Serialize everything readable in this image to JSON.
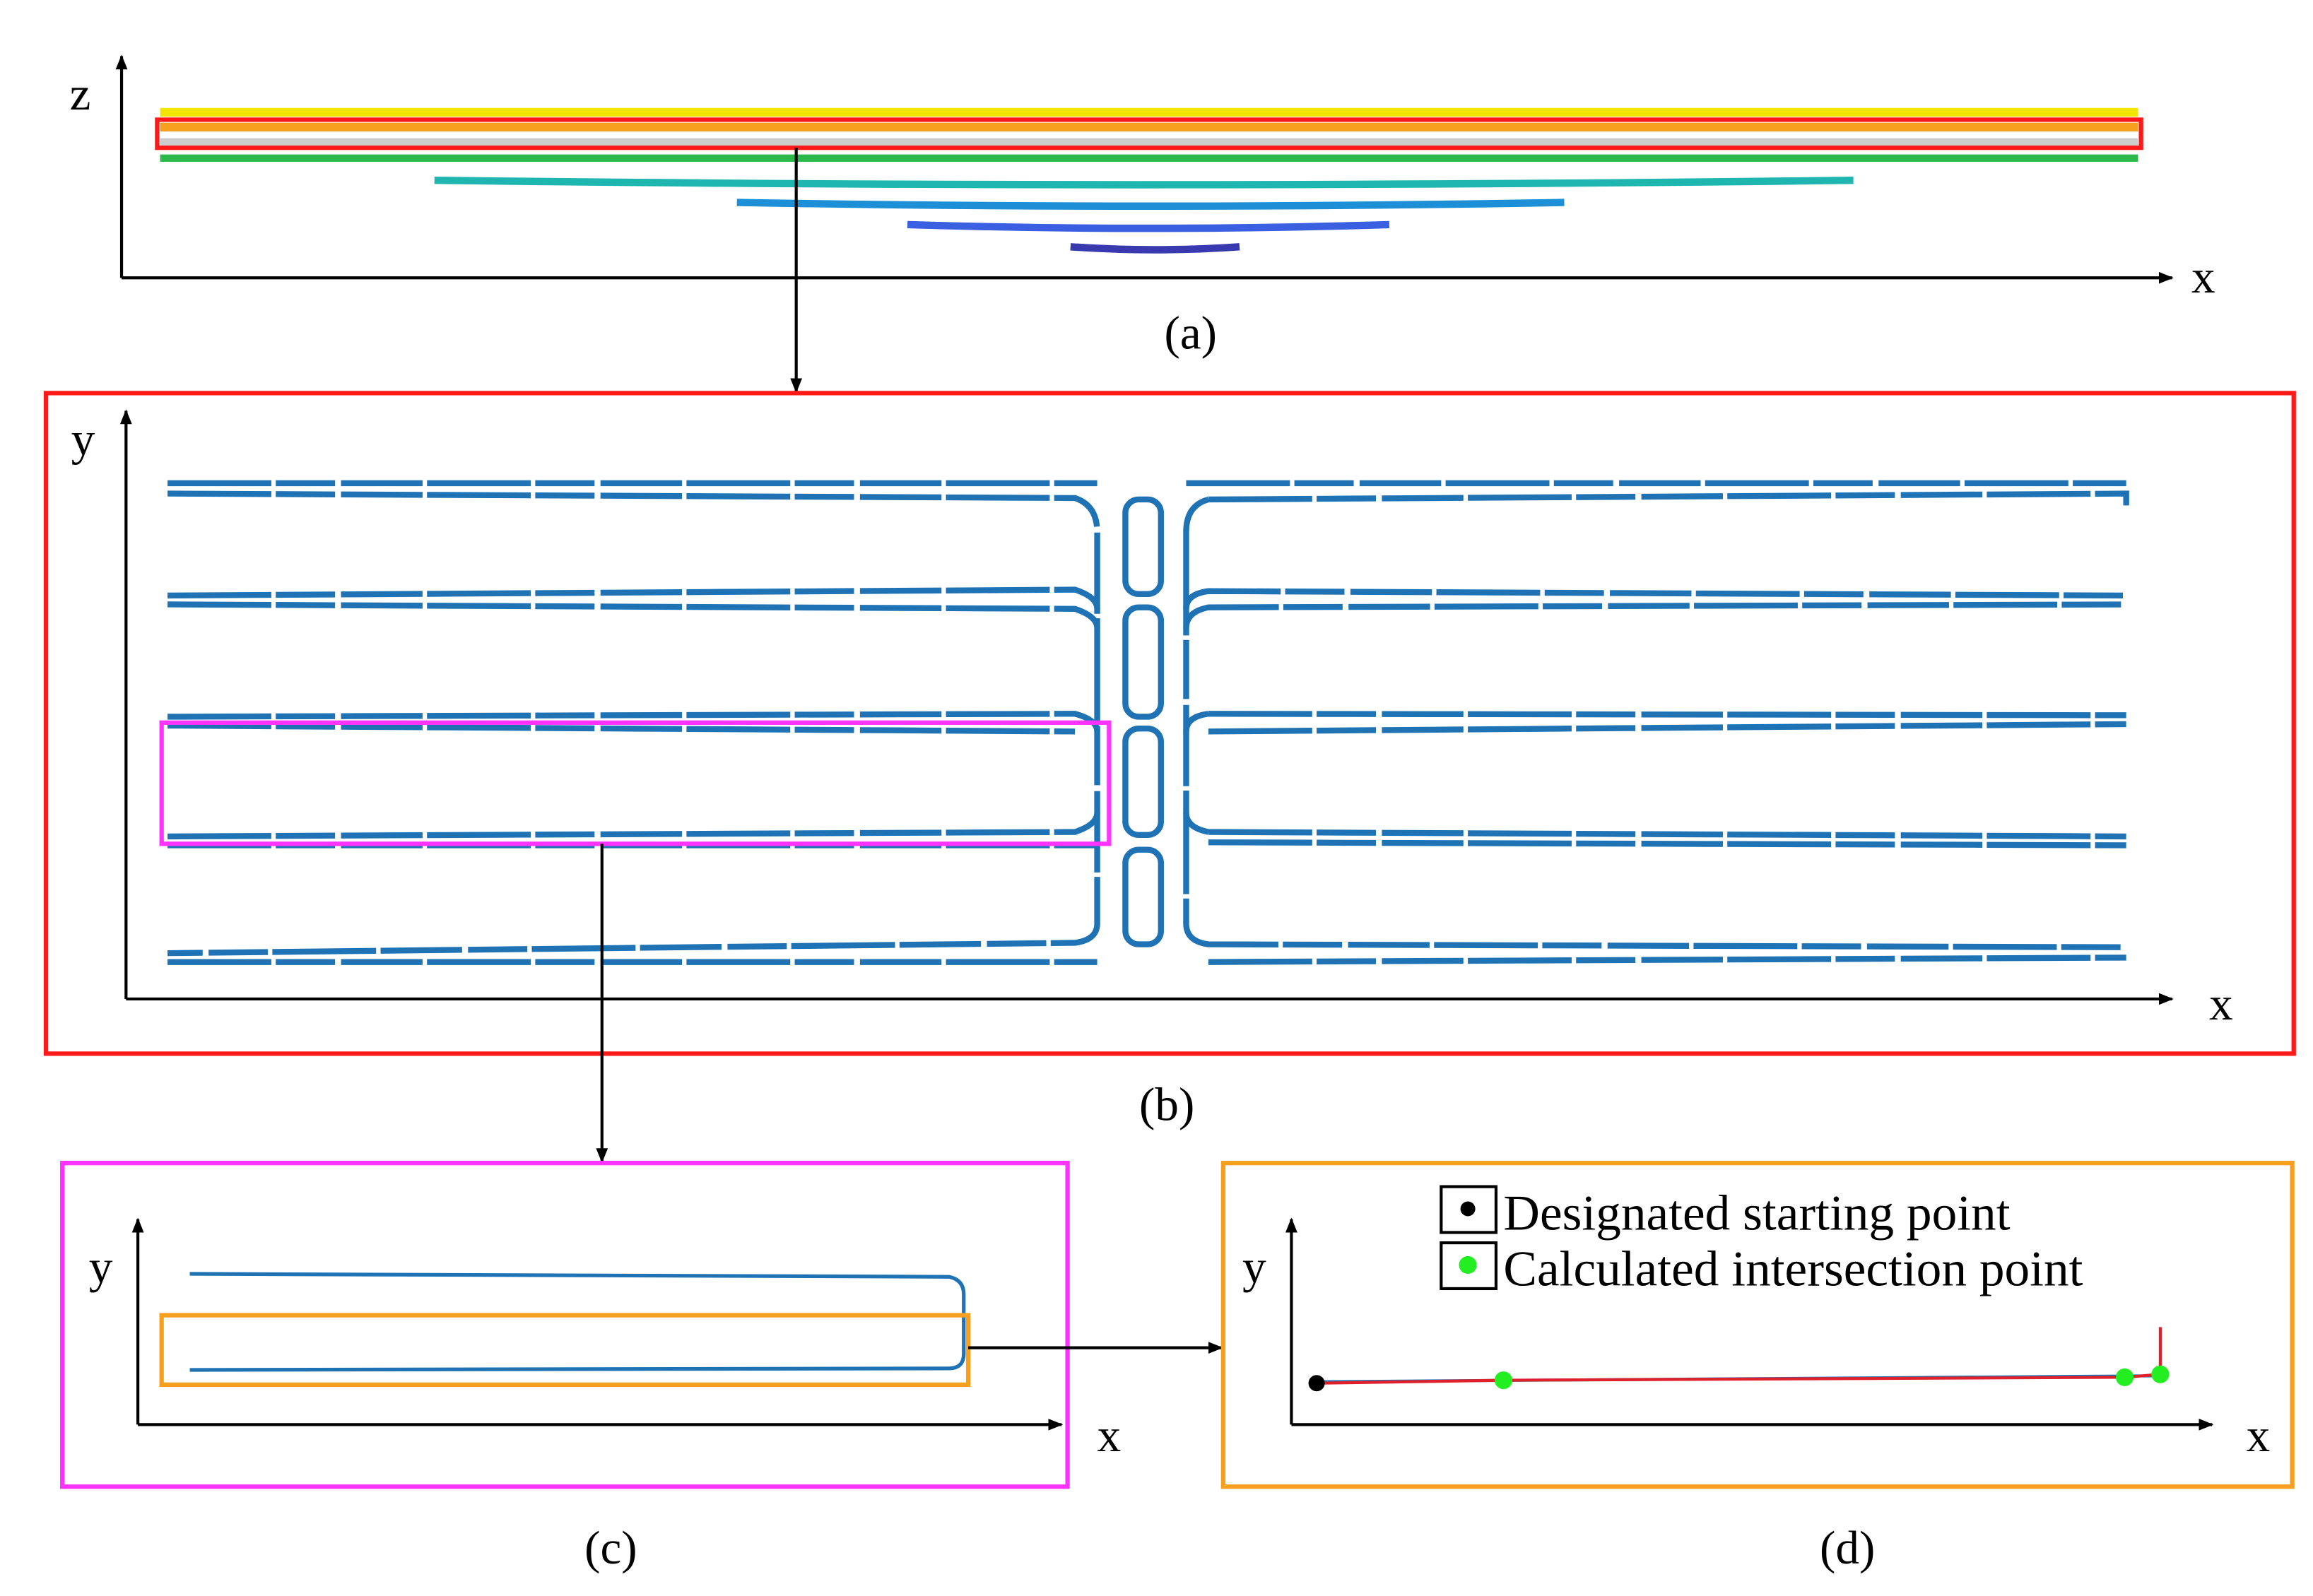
{
  "panels": {
    "a": {
      "caption": "(a)",
      "x_axis": "x",
      "z_axis": "z"
    },
    "b": {
      "caption": "(b)",
      "x_axis": "x",
      "y_axis": "y"
    },
    "c": {
      "caption": "(c)",
      "x_axis": "x",
      "y_axis": "y"
    },
    "d": {
      "caption": "(d)",
      "x_axis": "x",
      "y_axis": "y"
    }
  },
  "legend": {
    "starting_point": "Designated starting point",
    "intersection_point": "Calculated intersection point"
  },
  "colors": {
    "box_a_highlight": "#ff1a1a",
    "box_b": "#ff1a1a",
    "box_c": "#ff33ff",
    "box_d": "#f7a020",
    "contour": "#1f73b4",
    "fit_line": "#e0202a",
    "start_point": "#000000",
    "intersection_point": "#22ee22",
    "layers": [
      "#f2e600",
      "#f7a020",
      "#cccccc",
      "#2db84b",
      "#1fb6b0",
      "#1d8fd6",
      "#3a5fe0",
      "#3a3ab0"
    ]
  }
}
